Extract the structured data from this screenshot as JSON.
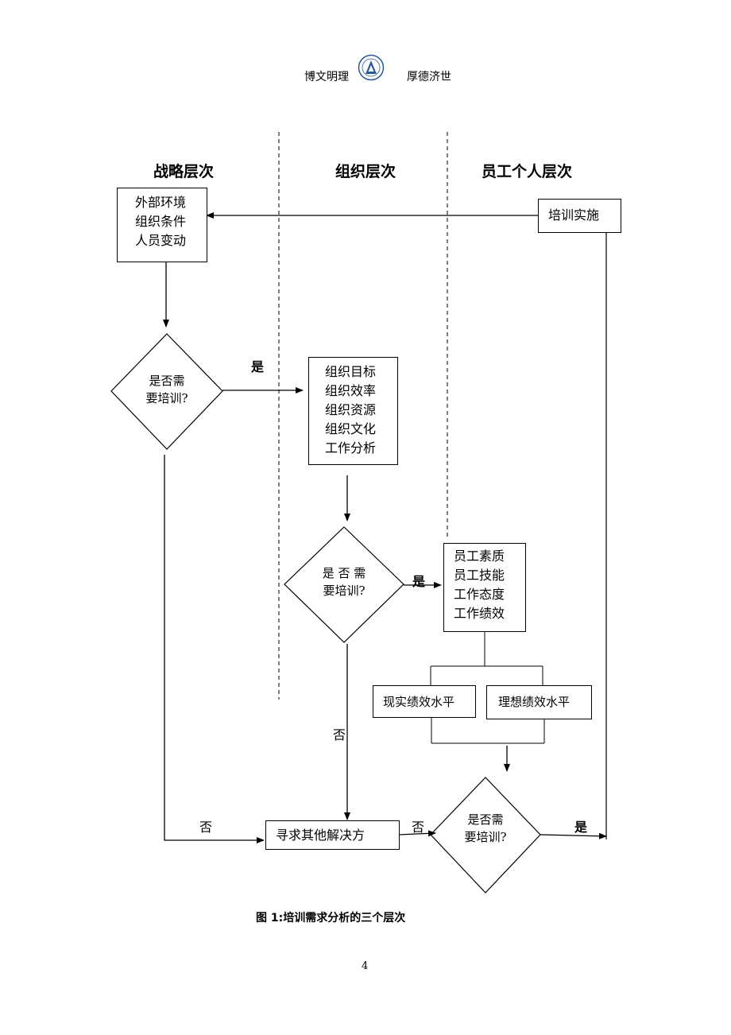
{
  "header": {
    "left_motto": "博文明理",
    "right_motto": "厚德济世"
  },
  "lanes": [
    "战略层次",
    "组织层次",
    "员工个人层次"
  ],
  "nodes": {
    "external_factors": [
      "外部环境",
      "组织条件",
      "人员变动"
    ],
    "training_implementation": "培训实施",
    "decision1": [
      "是否需",
      "要培训?"
    ],
    "org_factors": [
      "组织目标",
      "组织效率",
      "组织资源",
      "组织文化",
      "工作分析"
    ],
    "decision2": [
      "是 否 需",
      "要培训?"
    ],
    "employee_factors": [
      "员工素质",
      "员工技能",
      "工作态度",
      "工作绩效"
    ],
    "actual_performance": "现实绩效水平",
    "ideal_performance": "理想绩效水平",
    "other_solution": "寻求其他解决方",
    "decision3": [
      "是否需",
      "要培训?"
    ]
  },
  "edge_labels": {
    "yes1": "是",
    "yes2": "是",
    "yes3": "是",
    "no1": "否",
    "no2": "否",
    "no3": "否"
  },
  "caption": "图 1:培训需求分析的三个层次",
  "page_number": "4"
}
